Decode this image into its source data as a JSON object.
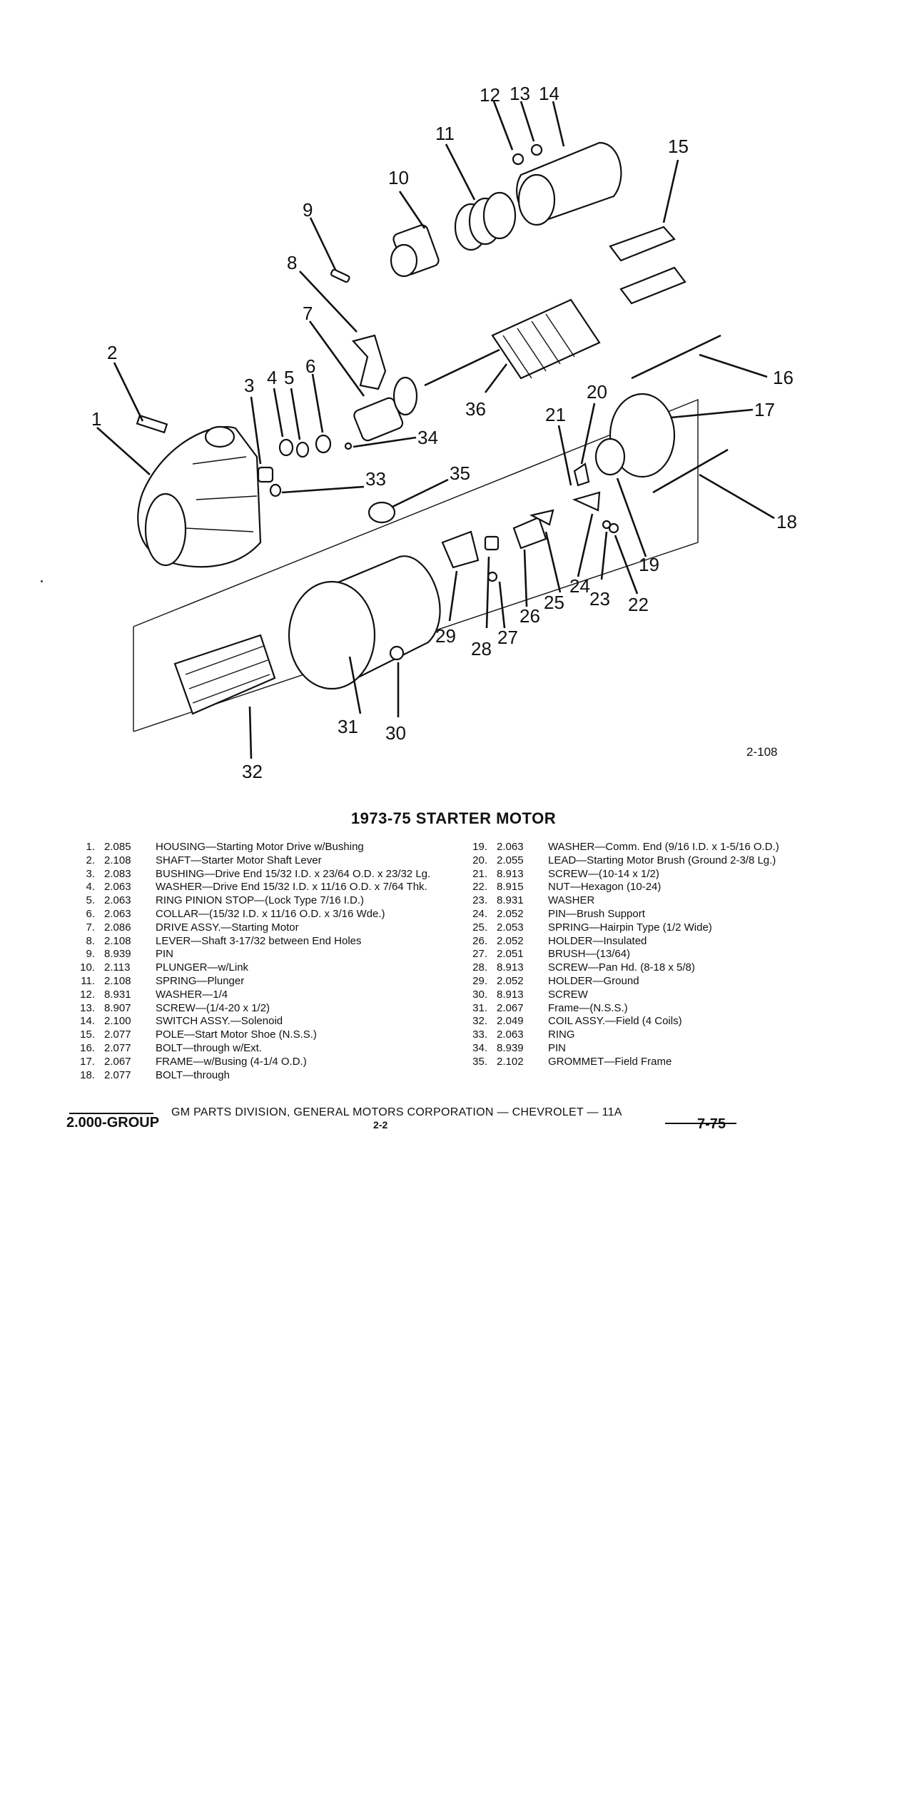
{
  "figure": {
    "ref": "2-108",
    "callouts": [
      "1",
      "2",
      "3",
      "4",
      "5",
      "6",
      "7",
      "8",
      "9",
      "10",
      "11",
      "12",
      "13",
      "14",
      "15",
      "16",
      "17",
      "18",
      "19",
      "20",
      "21",
      "22",
      "23",
      "24",
      "25",
      "26",
      "27",
      "28",
      "29",
      "30",
      "31",
      "32",
      "33",
      "34",
      "35",
      "36"
    ]
  },
  "title": "1973-75 STARTER MOTOR",
  "parts_left": [
    {
      "num": "1.",
      "code": "2.085",
      "desc": "HOUSING—Starting Motor Drive w/Bushing"
    },
    {
      "num": "2.",
      "code": "2.108",
      "desc": "SHAFT—Starter Motor Shaft Lever"
    },
    {
      "num": "3.",
      "code": "2.083",
      "desc": "BUSHING—Drive End 15/32 I.D. x 23/64 O.D. x 23/32 Lg."
    },
    {
      "num": "4.",
      "code": "2.063",
      "desc": "WASHER—Drive End 15/32 I.D. x 11/16 O.D. x 7/64 Thk."
    },
    {
      "num": "5.",
      "code": "2.063",
      "desc": "RING PINION STOP—(Lock Type 7/16 I.D.)"
    },
    {
      "num": "6.",
      "code": "2.063",
      "desc": "COLLAR—(15/32 I.D. x 11/16 O.D. x 3/16 Wde.)"
    },
    {
      "num": "7.",
      "code": "2.086",
      "desc": "DRIVE ASSY.—Starting Motor"
    },
    {
      "num": "8.",
      "code": "2.108",
      "desc": "LEVER—Shaft 3-17/32 between End Holes"
    },
    {
      "num": "9.",
      "code": "8.939",
      "desc": "PIN"
    },
    {
      "num": "10.",
      "code": "2.113",
      "desc": "PLUNGER—w/Link"
    },
    {
      "num": "11.",
      "code": "2.108",
      "desc": "SPRING—Plunger"
    },
    {
      "num": "12.",
      "code": "8.931",
      "desc": "WASHER—1/4"
    },
    {
      "num": "13.",
      "code": "8.907",
      "desc": "SCREW—(1/4-20 x 1/2)"
    },
    {
      "num": "14.",
      "code": "2.100",
      "desc": "SWITCH ASSY.—Solenoid"
    },
    {
      "num": "15.",
      "code": "2.077",
      "desc": "POLE—Start Motor Shoe (N.S.S.)"
    },
    {
      "num": "16.",
      "code": "2.077",
      "desc": "BOLT—through w/Ext."
    },
    {
      "num": "17.",
      "code": "2.067",
      "desc": "FRAME—w/Busing (4-1/4 O.D.)"
    },
    {
      "num": "18.",
      "code": "2.077",
      "desc": "BOLT—through"
    }
  ],
  "parts_right": [
    {
      "num": "19.",
      "code": "2.063",
      "desc": "WASHER—Comm. End (9/16 I.D. x 1-5/16 O.D.)"
    },
    {
      "num": "20.",
      "code": "2.055",
      "desc": "LEAD—Starting Motor Brush (Ground 2-3/8 Lg.)"
    },
    {
      "num": "21.",
      "code": "8.913",
      "desc": "SCREW—(10-14 x 1/2)"
    },
    {
      "num": "22.",
      "code": "8.915",
      "desc": "NUT—Hexagon (10-24)"
    },
    {
      "num": "23.",
      "code": "8.931",
      "desc": "WASHER"
    },
    {
      "num": "24.",
      "code": "2.052",
      "desc": "PIN—Brush Support"
    },
    {
      "num": "25.",
      "code": "2.053",
      "desc": "SPRING—Hairpin Type (1/2 Wide)"
    },
    {
      "num": "26.",
      "code": "2.052",
      "desc": "HOLDER—Insulated"
    },
    {
      "num": "27.",
      "code": "2.051",
      "desc": "BRUSH—(13/64)"
    },
    {
      "num": "28.",
      "code": "8.913",
      "desc": "SCREW—Pan Hd. (8-18 x 5/8)"
    },
    {
      "num": "29.",
      "code": "2.052",
      "desc": "HOLDER—Ground"
    },
    {
      "num": "30.",
      "code": "8.913",
      "desc": "SCREW"
    },
    {
      "num": "31.",
      "code": "2.067",
      "desc": "Frame—(N.S.S.)"
    },
    {
      "num": "32.",
      "code": "2.049",
      "desc": "COIL ASSY.—Field (4 Coils)"
    },
    {
      "num": "33.",
      "code": "2.063",
      "desc": "RING"
    },
    {
      "num": "34.",
      "code": "8.939",
      "desc": "PIN"
    },
    {
      "num": "35.",
      "code": "2.102",
      "desc": "GROMMET—Field Frame"
    }
  ],
  "footer": {
    "division": "GM PARTS DIVISION, GENERAL MOTORS CORPORATION — CHEVROLET — 11A",
    "group": "2.000-GROUP",
    "page": "2-2",
    "date": "7-75"
  }
}
